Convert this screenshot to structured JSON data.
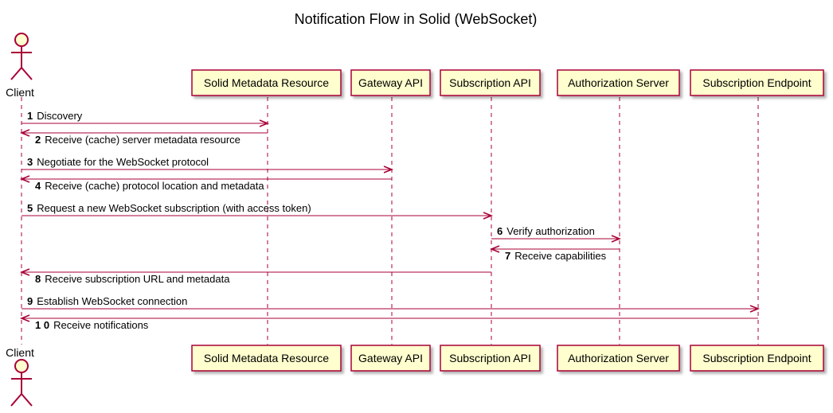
{
  "title": "Notification Flow in Solid (WebSocket)",
  "participants": [
    {
      "id": "client",
      "label": "Client",
      "kind": "actor"
    },
    {
      "id": "metadata",
      "label": "Solid Metadata Resource",
      "kind": "box"
    },
    {
      "id": "gateway",
      "label": "Gateway API",
      "kind": "box"
    },
    {
      "id": "subscription",
      "label": "Subscription API",
      "kind": "box"
    },
    {
      "id": "authorization",
      "label": "Authorization Server",
      "kind": "box"
    },
    {
      "id": "endpoint",
      "label": "Subscription Endpoint",
      "kind": "box"
    }
  ],
  "messages": [
    {
      "num": "1",
      "text": "Discovery",
      "from": "client",
      "to": "metadata"
    },
    {
      "num": "2",
      "text": "Receive (cache) server metadata resource",
      "from": "metadata",
      "to": "client"
    },
    {
      "num": "3",
      "text": "Negotiate for the WebSocket protocol",
      "from": "client",
      "to": "gateway"
    },
    {
      "num": "4",
      "text": "Receive (cache) protocol location and metadata",
      "from": "gateway",
      "to": "client"
    },
    {
      "num": "5",
      "text": "Request a new WebSocket subscription (with access token)",
      "from": "client",
      "to": "subscription"
    },
    {
      "num": "6",
      "text": "Verify authorization",
      "from": "subscription",
      "to": "authorization"
    },
    {
      "num": "7",
      "text": "Receive capabilities",
      "from": "authorization",
      "to": "subscription"
    },
    {
      "num": "8",
      "text": "Receive subscription URL and metadata",
      "from": "subscription",
      "to": "client"
    },
    {
      "num": "9",
      "text": "Establish WebSocket connection",
      "from": "client",
      "to": "endpoint"
    },
    {
      "num": "1 0",
      "text": "Receive notifications",
      "from": "endpoint",
      "to": "client"
    }
  ],
  "colors": {
    "line": "#a80036",
    "box_fill": "#fefece",
    "text": "#000000"
  }
}
